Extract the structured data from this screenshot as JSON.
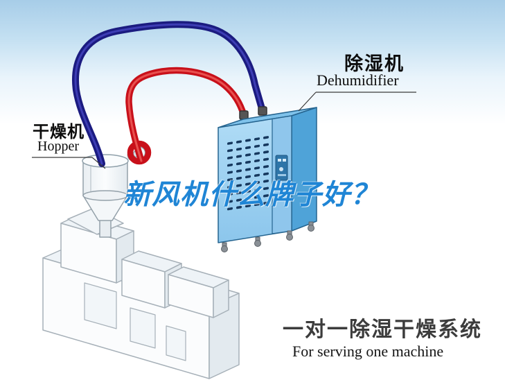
{
  "labels": {
    "dehumidifier_cn": "除湿机",
    "dehumidifier_en": "Dehumidifier",
    "hopper_cn": "干燥机",
    "hopper_en": "Hopper"
  },
  "overlay": {
    "title": "新风机什么牌子好？"
  },
  "caption": {
    "cn": "一对一除湿干燥系统",
    "en": "For serving one machine"
  },
  "colors": {
    "sky": "#a7cde8",
    "title_blue": "#1f85d5",
    "pipe_red": "#c8101a",
    "pipe_navy": "#1b1b80",
    "cabinet_front": "#a0d2f2",
    "cabinet_side": "#4fa3d8",
    "caption_text": "#3c3c3c"
  }
}
